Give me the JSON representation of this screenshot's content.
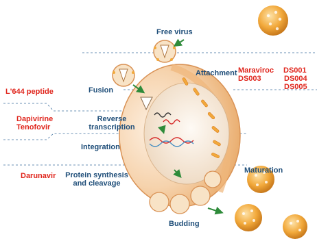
{
  "stages": {
    "free_virus": "Free virus",
    "attachment": "Attachment",
    "fusion": "Fusion",
    "reverse_transcription_line1": "Reverse",
    "reverse_transcription_line2": "transcription",
    "integration": "Integration",
    "protein_line1": "Protein synthesis",
    "protein_line2": "and cleavage",
    "maturation": "Maturation",
    "budding": "Budding"
  },
  "drugs": {
    "maraviroc": "Maraviroc",
    "ds003": "DS003",
    "ds001": "DS001",
    "ds004": "DS004",
    "ds005": "DS005",
    "l644": "L'644 peptide",
    "dapivirine": "Dapivirine",
    "tenofovir": "Tenofovir",
    "darunavir": "Darunavir"
  },
  "colors": {
    "stage_text": "#1f4e79",
    "drug_text": "#e0261d",
    "arrow": "#2e8b3a",
    "virus": "#f2a93b",
    "cell": "#f3c79a",
    "dashed_line": "#3b6e9e"
  }
}
